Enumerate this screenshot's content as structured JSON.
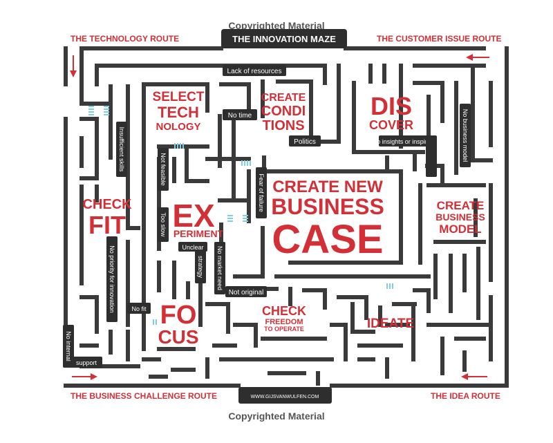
{
  "watermark": {
    "top": "Copyrighted Material",
    "bottom": "Copyrighted Material"
  },
  "title": "THE INNOVATION MAZE",
  "website": "WWW.GIJSVANWULFEN.COM",
  "routes": {
    "technology": "THE TECHNOLOGY ROUTE",
    "customer_issue": "THE CUSTOMER ISSUE ROUTE",
    "business_challenge": "THE BUSINESS CHALLENGE ROUTE",
    "idea": "THE IDEA ROUTE"
  },
  "stages": {
    "select_technology": [
      "SELECT",
      "TECH",
      "NOLOGY"
    ],
    "create_conditions": [
      "CREATE",
      "CONDI",
      "TIONS"
    ],
    "discover": [
      "DIS",
      "COVER"
    ],
    "check_fit": [
      "CHECK",
      "FIT"
    ],
    "experiment": [
      "EX",
      "PERIMENT"
    ],
    "create_new_business_case": [
      "CREATE NEW",
      "BUSINESS",
      "CASE"
    ],
    "create_business_model": [
      "CREATE",
      "BUSINESS",
      "MODEL"
    ],
    "focus": [
      "FO",
      "CUS"
    ],
    "check_freedom": [
      "CHECK",
      "FREEDOM",
      "TO OPERATE"
    ],
    "ideate": "IDEATE"
  },
  "obstacles": {
    "lack_of_resources": "Lack of resources",
    "no_time": "No time",
    "politics": "Politics",
    "insufficient_skills": "Insufficient skills",
    "not_feasible": "Not feasible",
    "fear_of_failure": "Fear of failure",
    "no_insights_or_inspiration": "No insights or inspiration",
    "no_business_model": "No business model",
    "too_slow": "Too slow",
    "unclear_strategy": [
      "Unclear",
      "strategy"
    ],
    "no_market_need": "No market need",
    "no_priority_for_innovation": "No priority for innovation",
    "not_original": "Not original",
    "no_fit": "No fit",
    "no_internal_support": [
      "No internal",
      "support"
    ]
  },
  "colors": {
    "wall": "#3a3a3a",
    "accent": "#d32f36",
    "gate": "#7ecfe6",
    "text_light": "#ffffff",
    "watermark": "#555555"
  }
}
